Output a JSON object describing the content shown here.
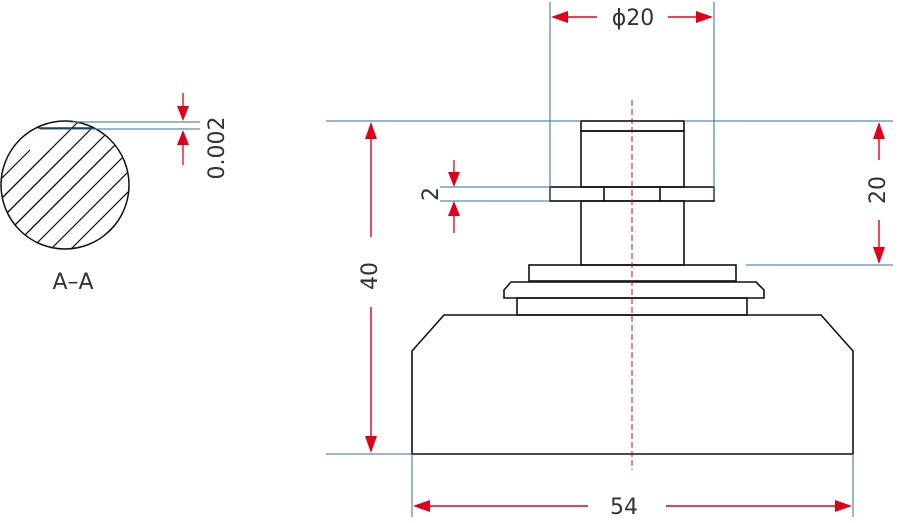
{
  "section_label": "A–A",
  "dimensions": {
    "section_gap": "0.002",
    "shaft_diameter": "ϕ20",
    "washer_thickness": "2",
    "total_height": "40",
    "upper_height": "20",
    "base_width": "54"
  },
  "colors": {
    "outline": "#111111",
    "dimension_line": "#2e6fa8",
    "arrow": "#e0001b",
    "centerline": "#e0001b",
    "text": "#333333"
  }
}
